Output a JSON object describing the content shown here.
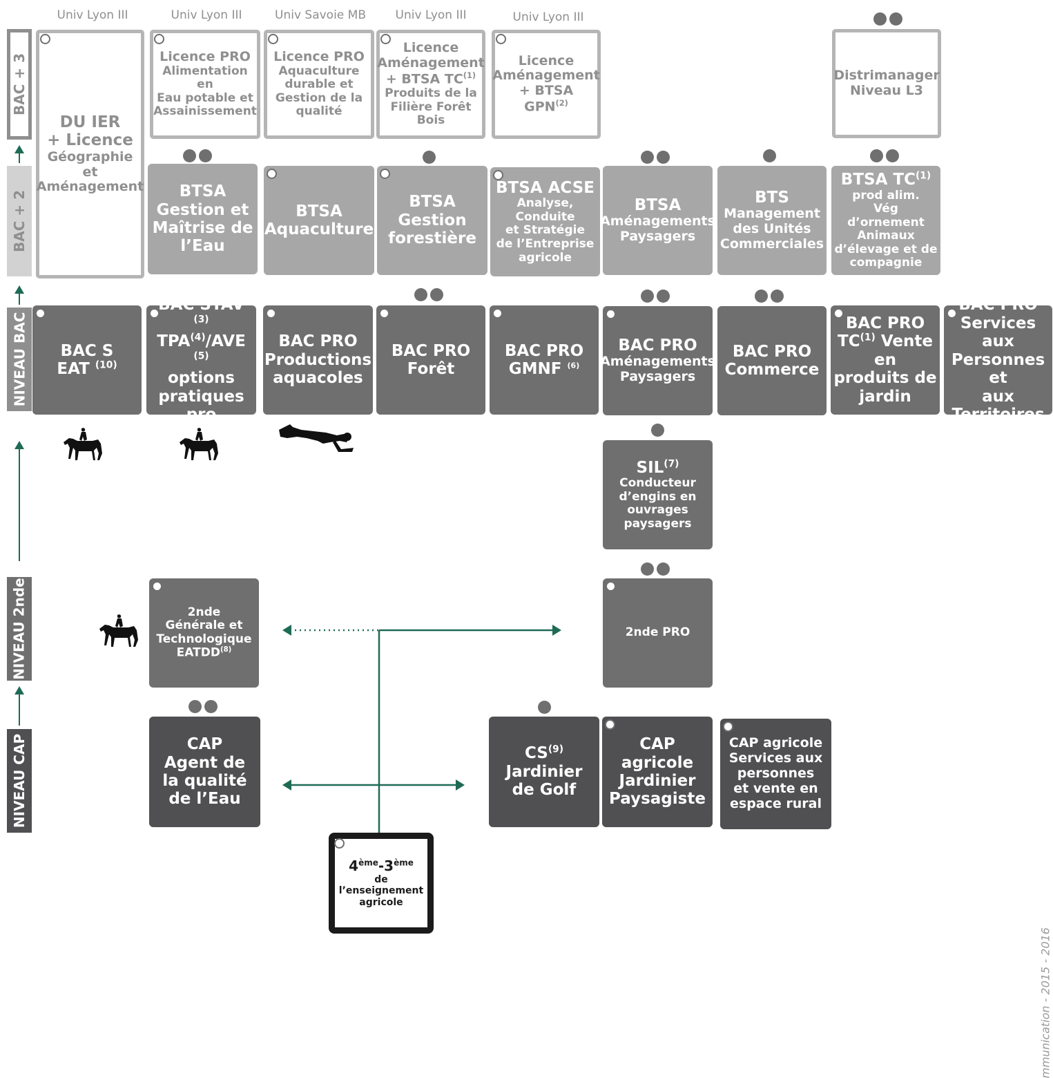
{
  "universities": [
    "Univ Lyon III",
    "Univ Lyon III",
    "Univ Savoie MB",
    "Univ Lyon III",
    "Univ Lyon III"
  ],
  "levels": {
    "bac3": "BAC + 3",
    "bac2": "BAC + 2",
    "bac": "NIVEAU BAC",
    "seconde": "NIVEAU 2nde",
    "cap": "NIVEAU CAP"
  },
  "bac3": {
    "du_ier": [
      "DU IER",
      "+ Licence",
      "Géographie",
      "et",
      "Aménagement"
    ],
    "lp_eau": [
      "Licence PRO",
      "Alimentation en",
      "Eau potable et",
      "Assainissement"
    ],
    "lp_aqua": [
      "Licence PRO",
      "Aquaculture",
      "durable et",
      "Gestion de la",
      "qualité"
    ],
    "lic_am1": [
      "Licence",
      "Aménagement",
      "+ BTSA TC",
      "(1)",
      "Produits de la",
      "Filière Forêt Bois"
    ],
    "lic_am2": [
      "Licence",
      "Aménagement",
      "+ BTSA",
      "GPN",
      "(2)"
    ],
    "distri": [
      "Distrimanager",
      "Niveau L3"
    ]
  },
  "bac2": {
    "btsa_eau": [
      "BTSA",
      "Gestion et",
      "Maîtrise de",
      "l’Eau"
    ],
    "btsa_aqua": [
      "BTSA",
      "Aquaculture"
    ],
    "btsa_forest": [
      "BTSA",
      "Gestion",
      "forestière"
    ],
    "btsa_acse": [
      "BTSA ACSE",
      "Analyse, Conduite",
      "et Stratégie",
      "de l’Entreprise",
      "agricole"
    ],
    "btsa_amen": [
      "BTSA",
      "Aménagements",
      "Paysagers"
    ],
    "bts_muc": [
      "BTS",
      "Management",
      "des Unités",
      "Commerciales"
    ],
    "btsa_tc": [
      "BTSA TC",
      "(1)",
      "prod alim.",
      "Vég d’ornement",
      "Animaux",
      "d’élevage et de",
      "compagnie"
    ]
  },
  "bac": {
    "bac_s": [
      "BAC S",
      "EAT",
      "(10)"
    ],
    "bac_stav": [
      "BAC STAV",
      "(3)",
      "TPA",
      "(4)",
      "/AVE",
      "(5)",
      "options",
      "pratiques pro"
    ],
    "bp_aqua": [
      "BAC PRO",
      "Productions",
      "aquacoles"
    ],
    "bp_foret": [
      "BAC PRO",
      "Forêt"
    ],
    "bp_gmnf": [
      "BAC PRO",
      "GMNF",
      "(6)"
    ],
    "bp_amen": [
      "BAC PRO",
      "Aménagements",
      "Paysagers"
    ],
    "bp_comm": [
      "BAC PRO",
      "Commerce"
    ],
    "bp_tc": [
      "BAC PRO",
      "TC",
      "(1)",
      " Vente en",
      "produits de",
      "jardin"
    ],
    "bp_sapat": [
      "BAC PRO",
      "Services aux",
      "Personnes et",
      "aux Territoires"
    ]
  },
  "sil": [
    "SIL",
    "(7)",
    "Conducteur",
    "d’engins en",
    "ouvrages",
    "paysagers"
  ],
  "seconde": {
    "gt": [
      "2nde",
      "Générale et",
      "Technologique",
      "EATDD",
      "(8)"
    ],
    "pro": [
      "2nde PRO"
    ]
  },
  "cap": {
    "eau": [
      "CAP",
      "Agent de",
      "la qualité",
      "de l’Eau"
    ],
    "cs_golf": [
      "CS",
      "(9)",
      " Jardinier",
      "de Golf"
    ],
    "jardinier": [
      "CAP agricole",
      "Jardinier",
      "Paysagiste"
    ],
    "services": [
      "CAP agricole",
      "Services aux",
      "personnes",
      "et vente en",
      "espace rural"
    ]
  },
  "college": [
    "4",
    "ème",
    "-3",
    "ème",
    "de",
    "l’enseignement",
    "agricole"
  ],
  "watermark": "mmunication - 2015 - 2016",
  "colors": {
    "green": "#1e6b55",
    "light": "#a7a7a8",
    "mid": "#6f6f70",
    "dark": "#505052",
    "outline": "#b5b5b6"
  },
  "icons": [
    "horse-rider-icon",
    "horse-rider-icon",
    "diver-icon",
    "horse-rider-icon"
  ]
}
